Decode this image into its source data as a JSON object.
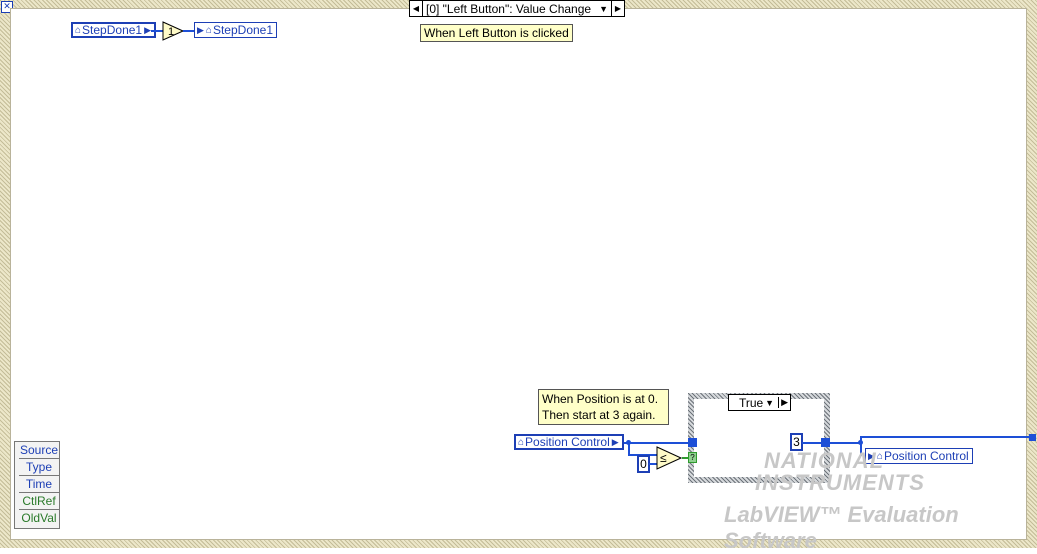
{
  "event_structure": {
    "selector_label": "[0] \"Left Button\": Value Change",
    "comment_top": "When Left Button is clicked"
  },
  "step_done": {
    "source_label": "StepDone1",
    "constant": "1",
    "dest_label": "StepDone1"
  },
  "position": {
    "comment_line1": "When Position is at 0.",
    "comment_line2": "Then start at 3 again.",
    "source_label": "Position Control",
    "zero_constant": "0",
    "compare_symbol": "≤",
    "case_selector": "True",
    "three_constant": "3",
    "dest_label": "Position Control"
  },
  "event_data_cluster": {
    "items": [
      "Source",
      "Type",
      "Time",
      "CtlRef",
      "OldVal"
    ]
  },
  "watermark": {
    "line1": "NATIONAL",
    "line2": "INSTRUMENTS",
    "line3": "LabVIEW™ Evaluation Software"
  },
  "colors": {
    "wire_blue": "#1d4fd6",
    "frame_tan": "#ece7c9",
    "comment_yellow": "#ffffc8"
  }
}
